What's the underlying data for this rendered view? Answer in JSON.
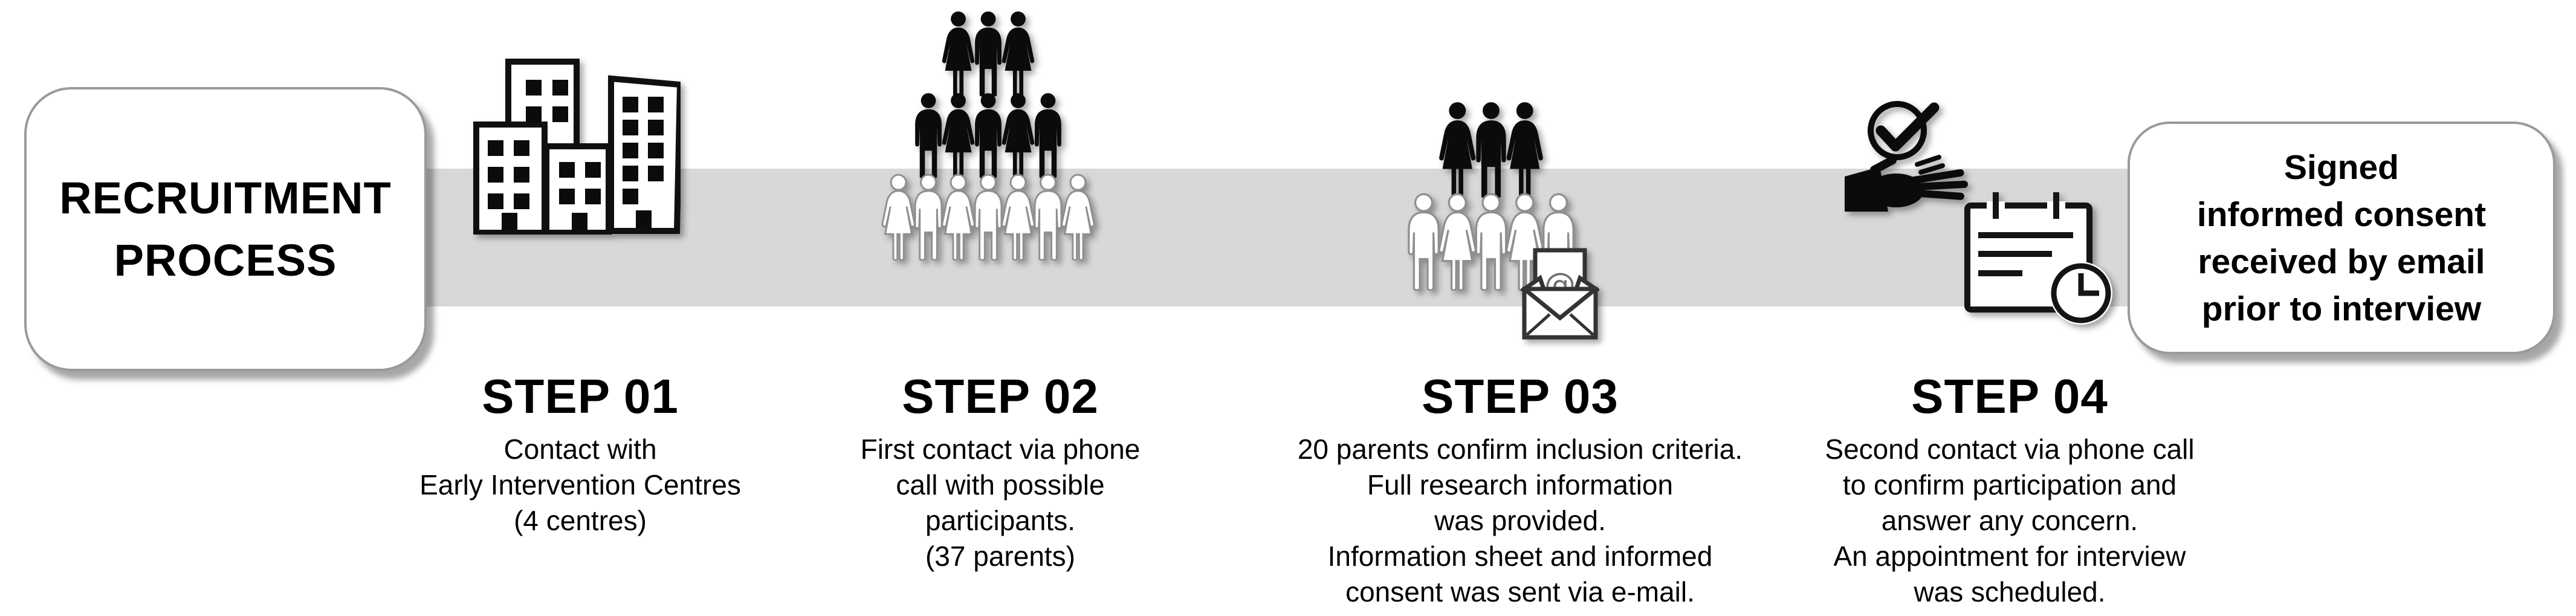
{
  "start_box": {
    "line1": "RECRUITMENT",
    "line2": "PROCESS"
  },
  "end_box": {
    "lines": [
      "Signed",
      "informed consent",
      "received by email",
      "prior to interview"
    ]
  },
  "steps": [
    {
      "title": "STEP 01",
      "icon": "buildings-icon",
      "lines": [
        "Contact with",
        "Early Intervention Centres",
        "(4 centres)"
      ]
    },
    {
      "title": "STEP 02",
      "icon": "people-pyramid-icon",
      "lines": [
        "First contact via phone",
        "call with possible",
        "participants.",
        "(37 parents)"
      ]
    },
    {
      "title": "STEP 03",
      "icon": "people-group-envelope-icon",
      "lines": [
        "20 parents confirm inclusion criteria.",
        "Full research information",
        "was provided.",
        "Information sheet and informed",
        "consent was sent via e-mail."
      ]
    },
    {
      "title": "STEP 04",
      "icon": "hand-check-calendar-clock-icon",
      "lines": [
        "Second contact via phone call",
        "to confirm participation and",
        "answer any concern.",
        "An appointment for interview",
        "was scheduled."
      ]
    }
  ],
  "icons": {
    "envelope_at": "@"
  },
  "colors": {
    "band": "#d8d8d8",
    "box_border": "#9a9a9a",
    "text": "#000000",
    "figure_black": "#0b0b0b",
    "figure_white_stroke": "#8f8f8f",
    "envelope_stroke": "#333333"
  }
}
